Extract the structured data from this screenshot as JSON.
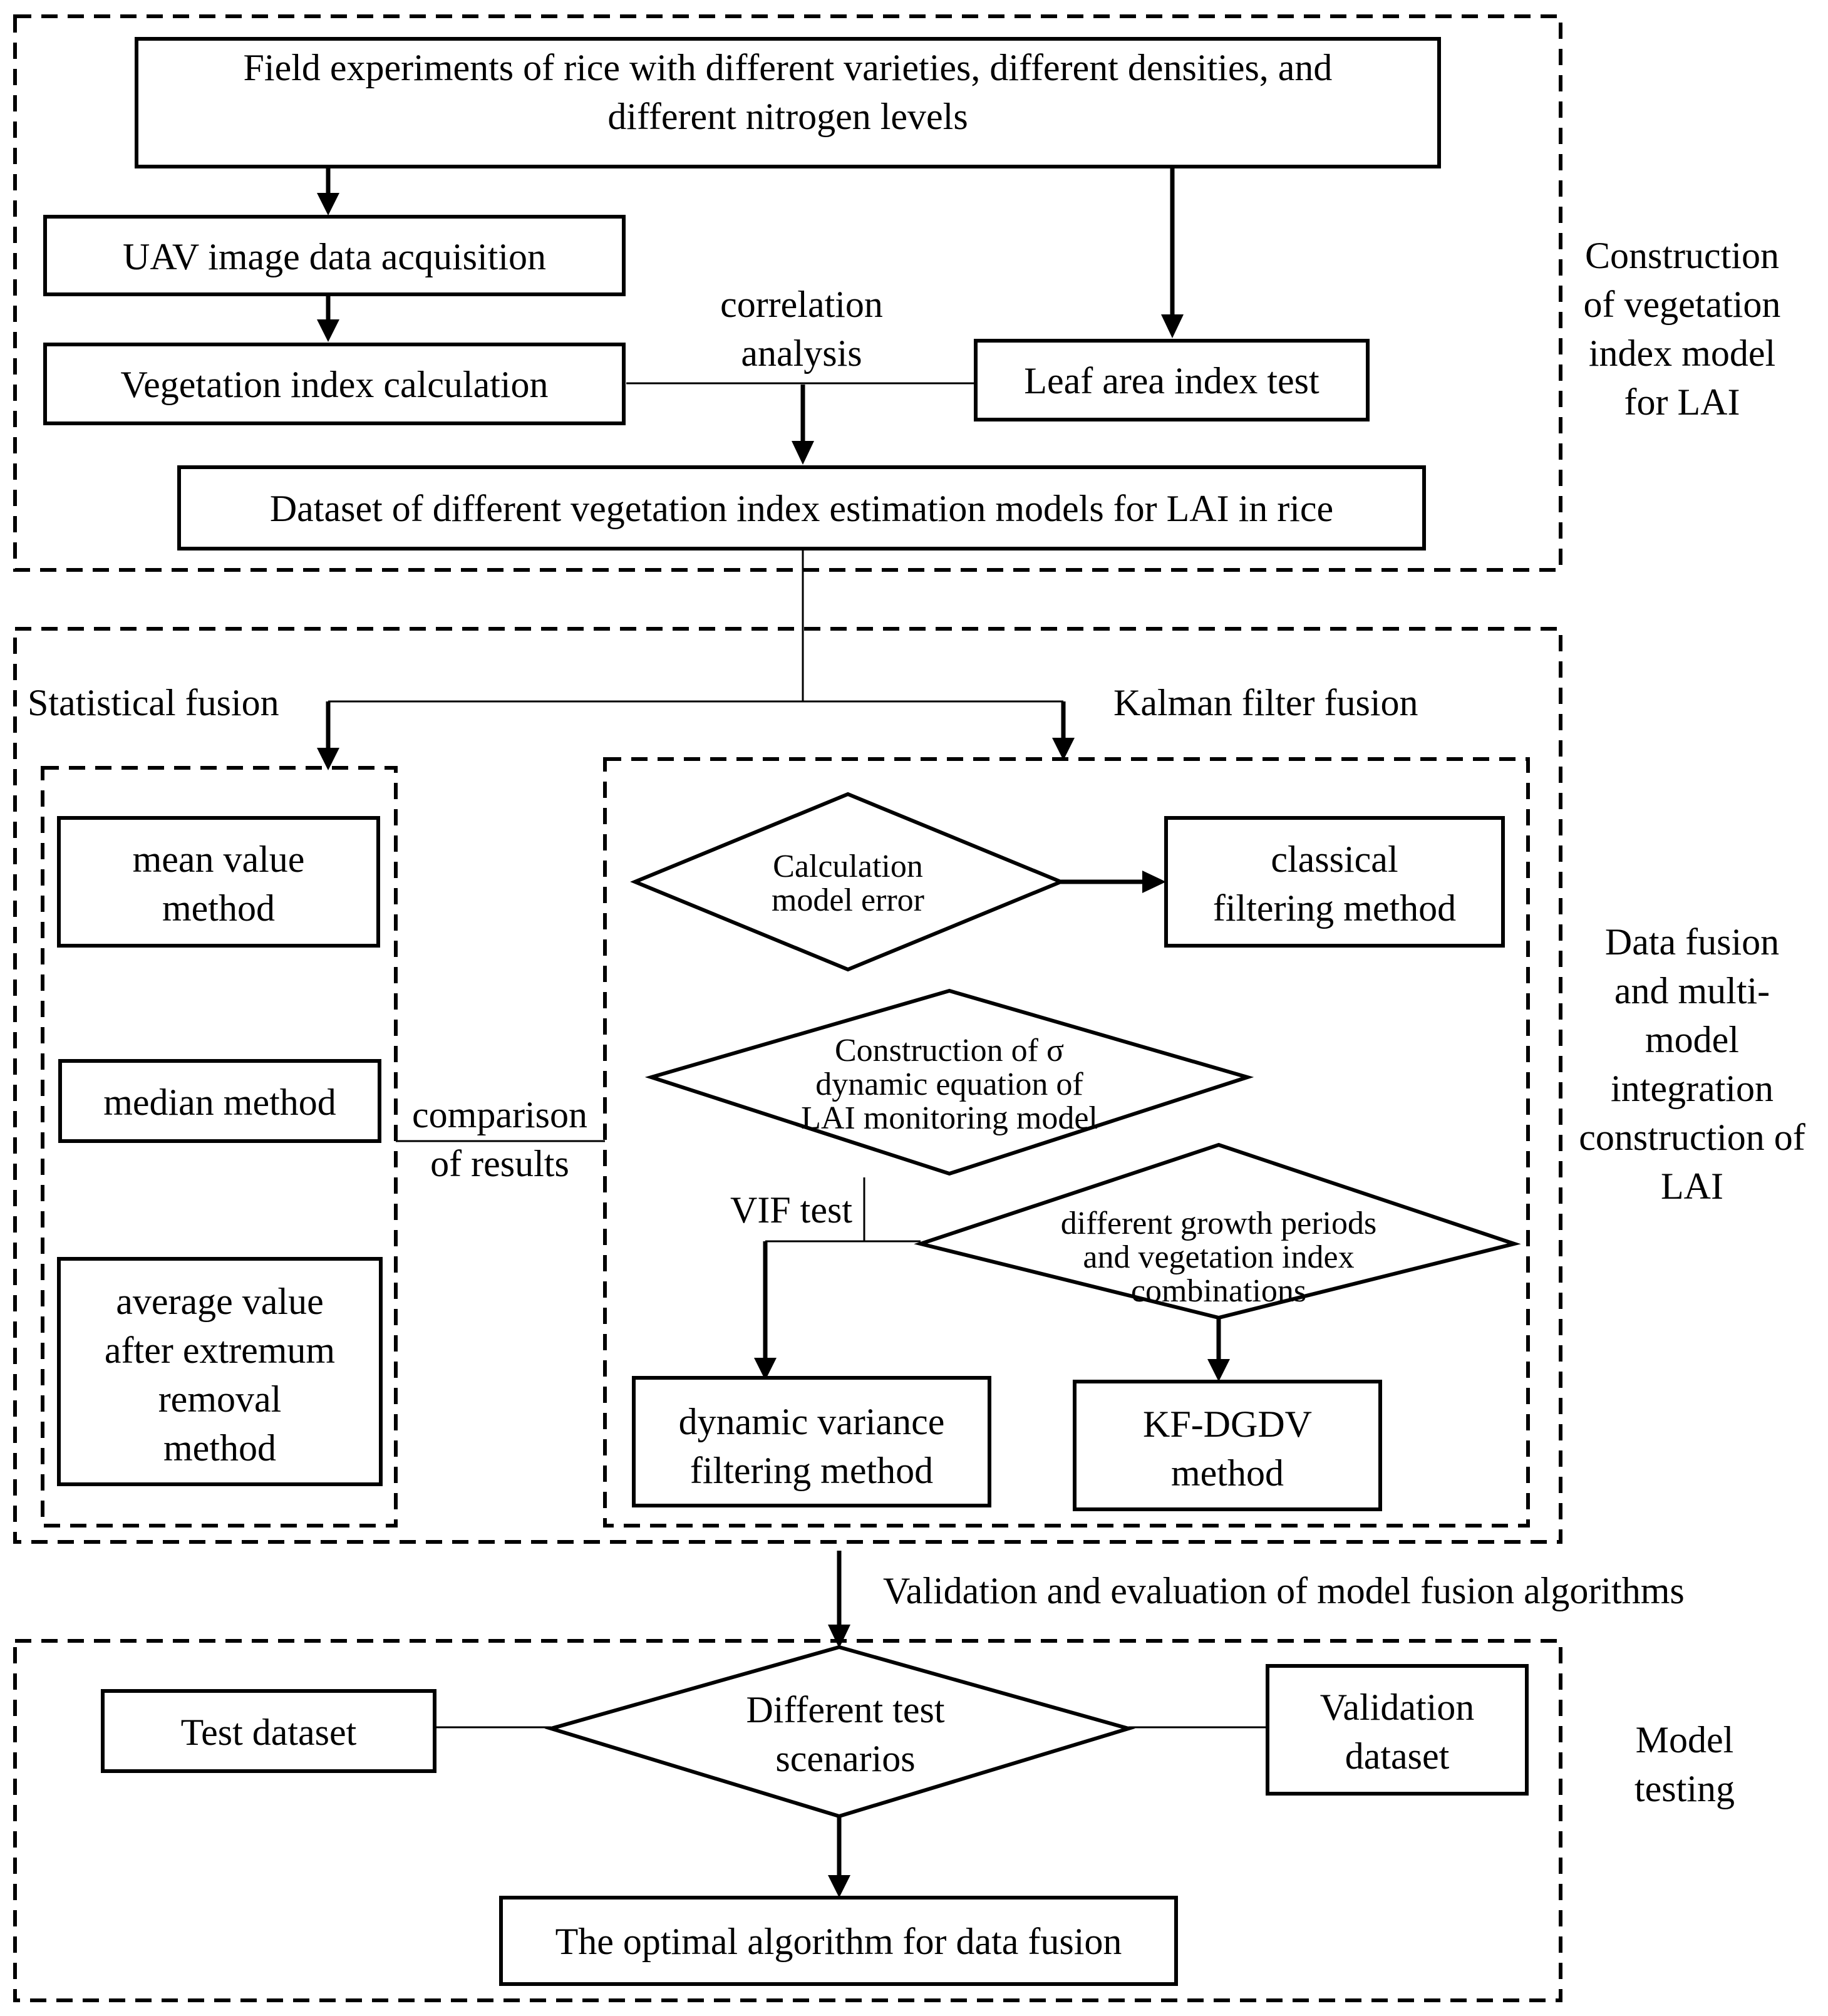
{
  "regions": {
    "construction": [
      "Construction",
      "of vegetation",
      "index model",
      "for LAI"
    ],
    "fusion": [
      "Data fusion",
      "and multi-",
      "model",
      "integration",
      "construction of",
      "LAI"
    ],
    "testing": [
      "Model",
      "testing"
    ]
  },
  "nodes": {
    "field": [
      "Field experiments of rice with different varieties, different densities, and",
      "different nitrogen levels"
    ],
    "uav": [
      "UAV image data acquisition"
    ],
    "vi_calc": [
      "Vegetation index calculation"
    ],
    "lai_test": [
      "Leaf area index test"
    ],
    "dataset": [
      "Dataset of different vegetation index estimation models for LAI in rice"
    ],
    "mean": [
      "mean value",
      "method"
    ],
    "median": [
      "median method"
    ],
    "avg_ext": [
      "average value",
      "after extremum",
      "removal",
      "method"
    ],
    "calc_err": [
      "Calculation",
      "model error"
    ],
    "classical": [
      "classical",
      "filtering method"
    ],
    "sigma": [
      "Construction of σ",
      "dynamic equation of",
      "LAI monitoring model"
    ],
    "growth": [
      "different growth periods",
      "and vegetation index",
      "combinations"
    ],
    "dyn_var": [
      "dynamic variance",
      "filtering method"
    ],
    "kf_dgdv": [
      "KF-DGDV",
      "method"
    ],
    "test_ds": [
      "Test dataset"
    ],
    "scenarios": [
      "Different test",
      "scenarios"
    ],
    "val_ds": [
      "Validation",
      "dataset"
    ],
    "optimal": [
      "The optimal algorithm for data fusion"
    ]
  },
  "labels": {
    "correlation": [
      "correlation",
      "analysis"
    ],
    "statistical": [
      "Statistical fusion"
    ],
    "kalman": [
      "Kalman filter fusion"
    ],
    "comparison": [
      "comparison",
      "of results"
    ],
    "vif": [
      "VIF test"
    ],
    "validation_eval": [
      "Validation and evaluation of model fusion algorithms"
    ]
  }
}
